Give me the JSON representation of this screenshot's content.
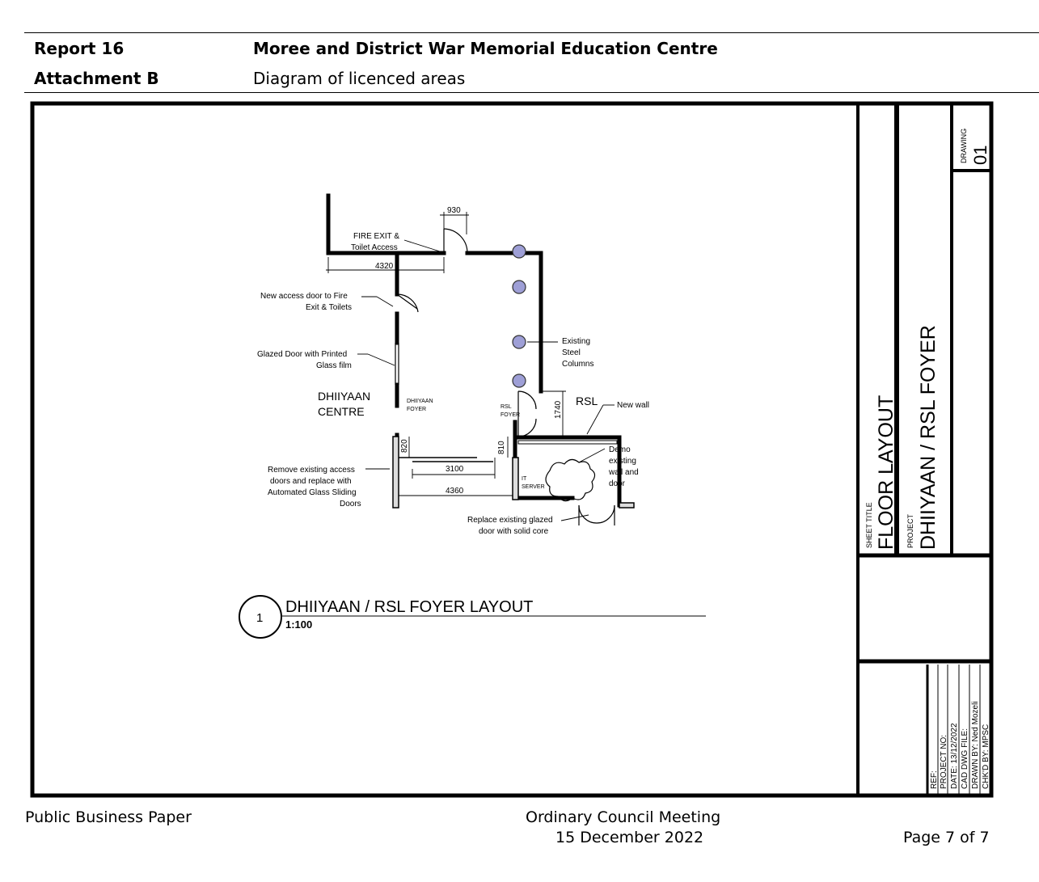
{
  "header": {
    "report_label": "Report 16",
    "report_title": "Moree and District War Memorial Education Centre",
    "attachment_label": "Attachment B",
    "attachment_title": "Diagram of licenced areas"
  },
  "footer": {
    "left": "Public Business Paper",
    "meeting": "Ordinary Council Meeting",
    "date": "15 December 2022",
    "page": "Page 7 of 7"
  },
  "drawing": {
    "dimensions": {
      "d930": "930",
      "d4320": "4320",
      "d1740": "1740",
      "d820": "820",
      "d810": "810",
      "d3100": "3100",
      "d4360": "4360"
    },
    "annotations": {
      "fire_exit_1": "FIRE EXIT &",
      "fire_exit_2": "Toilet Access",
      "new_door_1": "New access door to Fire",
      "new_door_2": "Exit & Toilets",
      "glazed_1": "Glazed Door with Printed",
      "glazed_2": "Glass film",
      "dhiiyaan_1": "DHIIYAAN",
      "dhiiyaan_2": "CENTRE",
      "dhiiyaan_foyer_1": "DHIIYAAN",
      "dhiiyaan_foyer_2": "FOYER",
      "rsl_foyer_1": "RSL",
      "rsl_foyer_2": "FOYER",
      "rsl": "RSL",
      "columns_1": "Existing",
      "columns_2": "Steel",
      "columns_3": "Columns",
      "new_wall": "New wall",
      "demo_1": "Demo",
      "demo_2": "existing",
      "demo_3": "wall and",
      "demo_4": "door",
      "it_1": "IT",
      "it_2": "SERVER",
      "remove_1": "Remove existing access",
      "remove_2": "doors and replace with",
      "remove_3": "Automated Glass Sliding",
      "remove_4": "Doors",
      "replace_1": "Replace existing glazed",
      "replace_2": "door with solid core"
    },
    "callout": {
      "number": "1",
      "title": "DHIIYAAN / RSL FOYER LAYOUT",
      "scale": "1:100"
    },
    "title_block": {
      "drawing_label": "DRAWING",
      "drawing_number": "01",
      "sheet_title_label": "SHEET TITLE",
      "sheet_title": "FLOOR LAYOUT",
      "project_label": "PROJECT",
      "project": "DHIIYAAN / RSL FOYER",
      "ref": "REF:",
      "project_no": "PROJECT NO:",
      "date": "DATE: 13/12/2022",
      "cad_file": "CAD DWG FILE:",
      "drawn_by": "DRAWN BY: Ned Mozeli",
      "chkd_by": "CHK'D BY: MPSC"
    },
    "colors": {
      "column_fill": "#9e9fd6"
    }
  }
}
